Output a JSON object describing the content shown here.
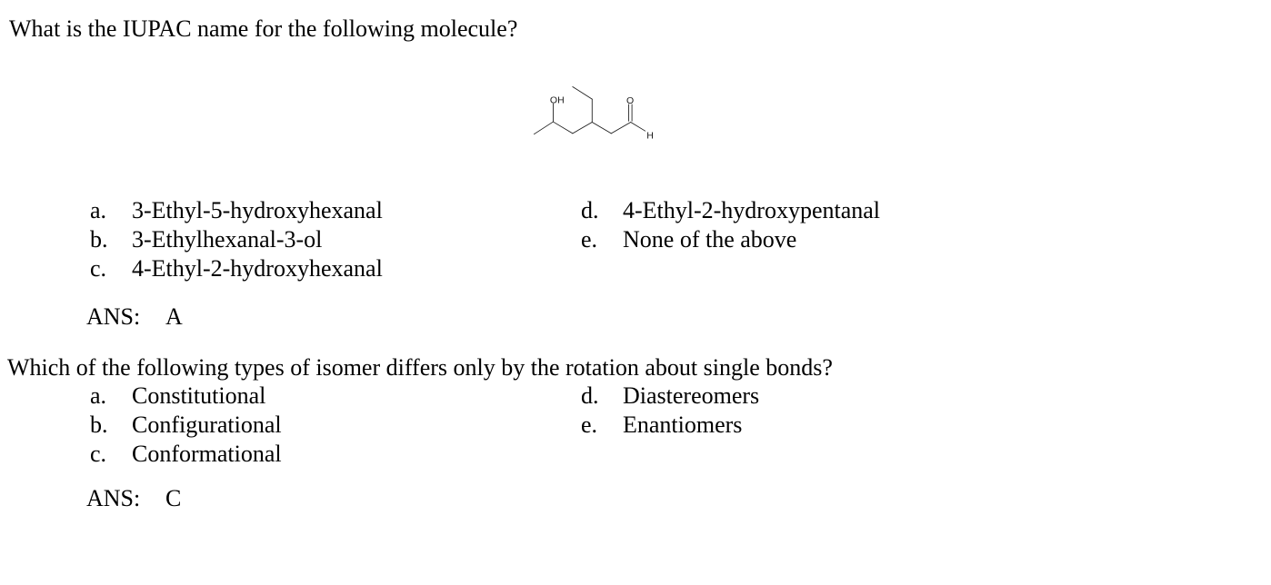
{
  "page": {
    "background_color": "#ffffff",
    "text_color": "#000000"
  },
  "questions": [
    {
      "prompt": "What is the IUPAC name for the following molecule?",
      "options": [
        {
          "letter": "a.",
          "text": "3-Ethyl-5-hydroxyhexanal"
        },
        {
          "letter": "b.",
          "text": "3-Ethylhexanal-3-ol"
        },
        {
          "letter": "c.",
          "text": "4-Ethyl-2-hydroxyhexanal"
        },
        {
          "letter": "d.",
          "text": "4-Ethyl-2-hydroxypentanal"
        },
        {
          "letter": "e.",
          "text": "None of the above"
        }
      ],
      "answer_label": "ANS:",
      "answer": "A"
    },
    {
      "prompt": "Which of the following types of isomer differs only by the rotation about single bonds?",
      "options": [
        {
          "letter": "a.",
          "text": "Constitutional"
        },
        {
          "letter": "b.",
          "text": "Configurational"
        },
        {
          "letter": "c.",
          "text": "Conformational"
        },
        {
          "letter": "d.",
          "text": "Diastereomers"
        },
        {
          "letter": "e.",
          "text": "Enantiomers"
        }
      ],
      "answer_label": "ANS:",
      "answer": "C"
    }
  ],
  "molecule": {
    "name": "skeletal structure of 3-ethyl-5-hydroxyhexanal",
    "labels": {
      "hydroxyl": "OH",
      "carbonyl_oxygen": "O",
      "aldehyde_hydrogen": "H"
    }
  }
}
